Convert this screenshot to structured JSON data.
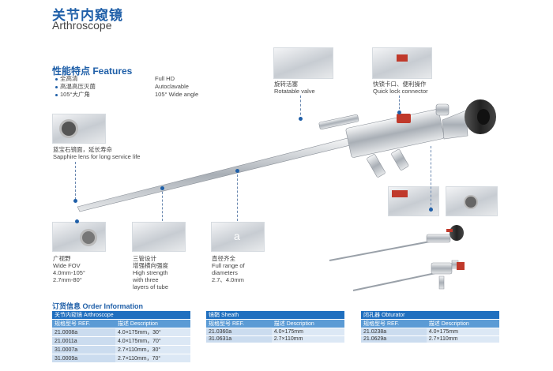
{
  "header": {
    "title_cn": "关节内窥镜",
    "title_en": "Arthroscope"
  },
  "features": {
    "title": "性能特点 Features",
    "items": [
      {
        "cn": "全高清",
        "en": "Full HD"
      },
      {
        "cn": "高温高压灭菌",
        "en": "Autoclavable"
      },
      {
        "cn": "105°大广角",
        "en": "105° Wide angle"
      }
    ]
  },
  "callouts": {
    "valve": {
      "cn": "旋转活塞",
      "en": "Rotatable valve"
    },
    "quicklock": {
      "cn": "快锁卡口、便利操作",
      "en": "Quick lock connector"
    },
    "sapphire": {
      "cn": "蓝宝石镜面，延长寿命",
      "en": "Sapphire lens for long service life"
    },
    "fov": {
      "line1": "广视野",
      "line2": "Wide FOV",
      "line3": "4.0mm-105°",
      "line4": "2.7mm-80°"
    },
    "tube": {
      "line1": "三管设计",
      "line2": "增强横向强度",
      "line3": "High strength",
      "line4": "with three",
      "line5": "layers of tube"
    },
    "diam": {
      "line1": "直径齐全",
      "line2": "Full range of",
      "line3": "diameters",
      "line4": "2.7、4.0mm",
      "mark": "a"
    }
  },
  "order": {
    "title": "订货信息 Order Information",
    "arthroscope": {
      "title": "关节内窥镜 Arthroscope",
      "col_ref": "规格型号 REF.",
      "col_desc": "描述 Description",
      "rows": [
        {
          "ref": "21.0008a",
          "desc": "4.0×175mm，30°"
        },
        {
          "ref": "21.0011a",
          "desc": "4.0×175mm，70°"
        },
        {
          "ref": "31.0007a",
          "desc": "2.7×110mm，30°"
        },
        {
          "ref": "31.0009a",
          "desc": "2.7×110mm，70°"
        }
      ]
    },
    "sheath": {
      "title": "镜鞘 Sheath",
      "col_ref": "规格型号 REF.",
      "col_desc": "描述 Description",
      "rows": [
        {
          "ref": "21.0360a",
          "desc": "4.0×175mm"
        },
        {
          "ref": "31.0631a",
          "desc": "2.7×110mm"
        }
      ]
    },
    "obturator": {
      "title": "闭孔器 Obturator",
      "col_ref": "规格型号 REF.",
      "col_desc": "描述 Description",
      "rows": [
        {
          "ref": "21.0238a",
          "desc": "4.0×175mm"
        },
        {
          "ref": "21.0629a",
          "desc": "2.7×110mm"
        }
      ]
    }
  },
  "colors": {
    "brand": "#1f5fa8",
    "header_row": "#1f6fbf",
    "sub_row": "#5b9bd5",
    "body_row": "#dce8f5",
    "handle": "#c0392b"
  }
}
